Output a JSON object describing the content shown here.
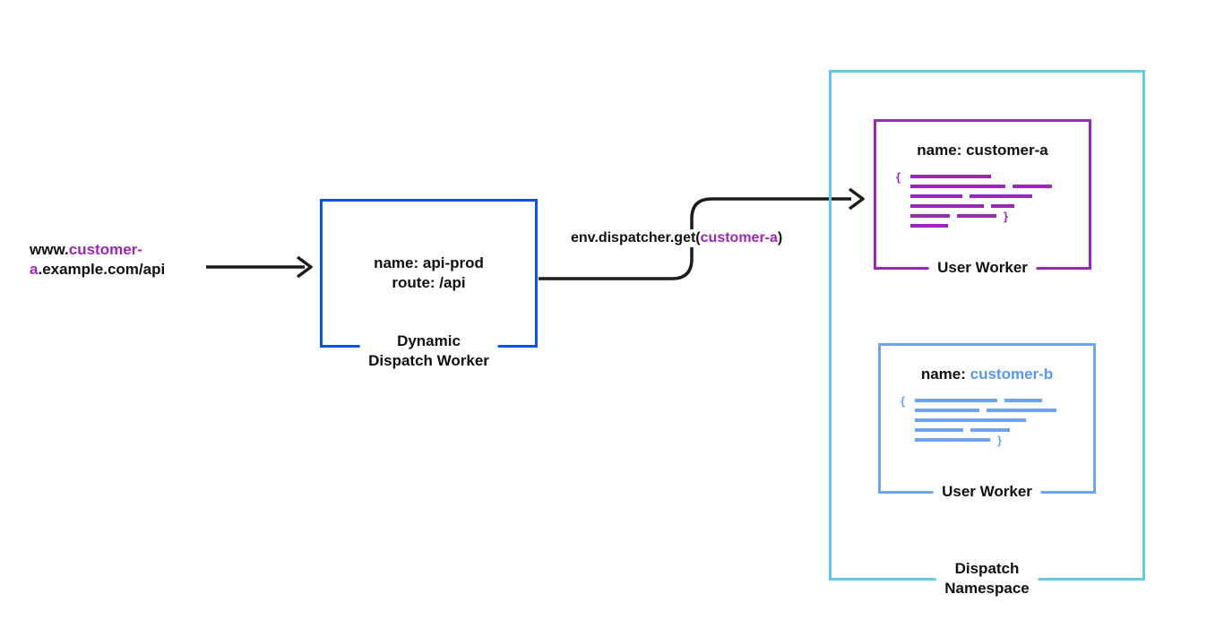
{
  "diagram": {
    "request_url": {
      "line1_black": "www.",
      "line1_purple": "customer-",
      "line2_purple": "a",
      "line2_black": ".example.com/api"
    },
    "dispatch_worker": {
      "name": "name: api-prod",
      "route": "route: /api",
      "label_line1": "Dynamic",
      "label_line2": "Dispatch Worker"
    },
    "dispatch_call": {
      "prefix": "env.dispatcher.get(",
      "arg": "customer-a",
      "suffix": ")"
    },
    "namespace": {
      "label_line1": "Dispatch",
      "label_line2": "Namespace",
      "worker_a": {
        "name_prefix": "name: ",
        "name_value": "customer-a",
        "label": "User Worker"
      },
      "worker_b": {
        "name_prefix": "name: ",
        "name_value": "customer-b",
        "label": "User Worker"
      }
    },
    "code_block": {
      "open_brace": "{",
      "close_brace": "}"
    },
    "colors": {
      "purple": "#9b27b8",
      "dispatch_blue": "#0d55dd",
      "worker_b_blue": "#6fa3f0",
      "namespace_cyan": "#63cbde",
      "arrow_black": "#1c1c1c"
    },
    "icons": {
      "worker_a_code": "code-lines-icon",
      "worker_b_code": "code-lines-icon"
    }
  }
}
